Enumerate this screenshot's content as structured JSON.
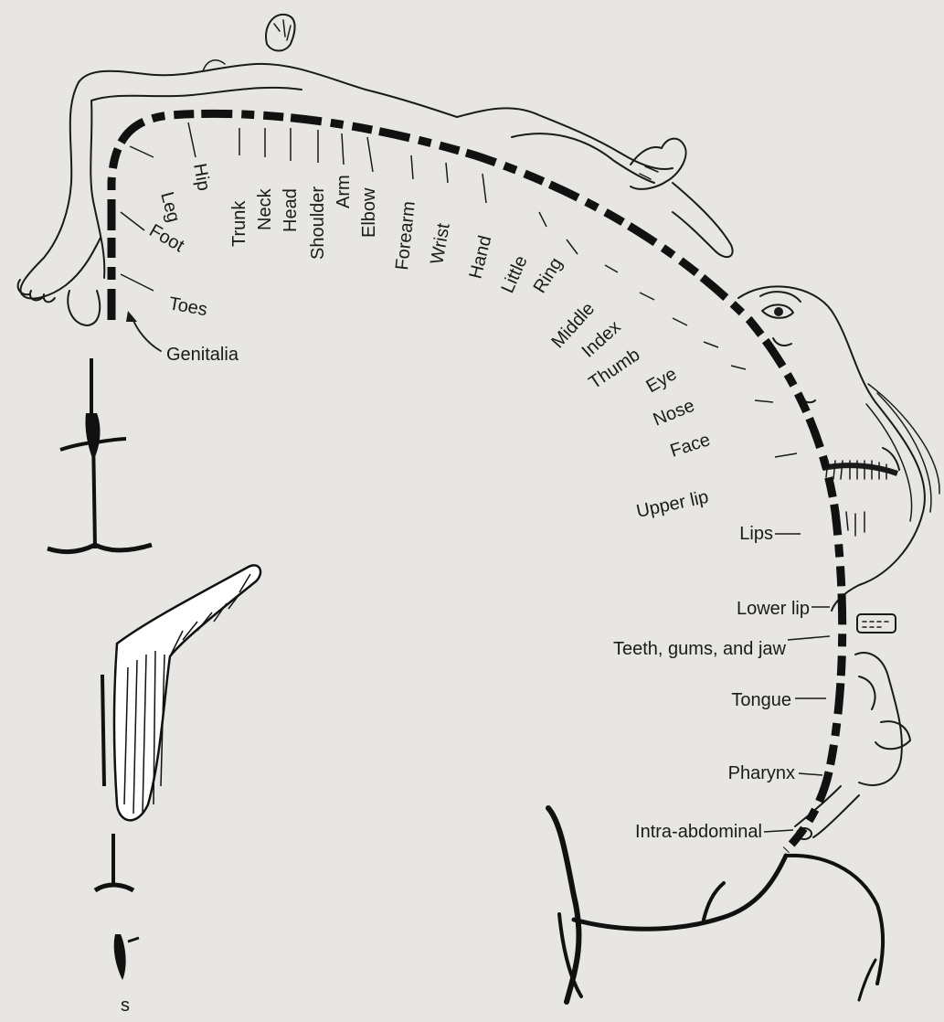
{
  "diagram": {
    "upper_labels": [
      "Leg",
      "Hip",
      "Trunk",
      "Neck",
      "Head",
      "Shoulder",
      "Arm",
      "Elbow",
      "Forearm",
      "Wrist",
      "Hand",
      "Little",
      "Ring",
      "Middle",
      "Index",
      "Thumb",
      "Eye",
      "Nose",
      "Face",
      "Upper lip"
    ],
    "left_labels": [
      "Foot",
      "Toes",
      "Genitalia"
    ],
    "lower_labels": [
      "Lips",
      "Lower lip",
      "Teeth, gums, and jaw",
      "Tongue",
      "Pharynx",
      "Intra-abdominal"
    ],
    "corner_mark": "s"
  }
}
